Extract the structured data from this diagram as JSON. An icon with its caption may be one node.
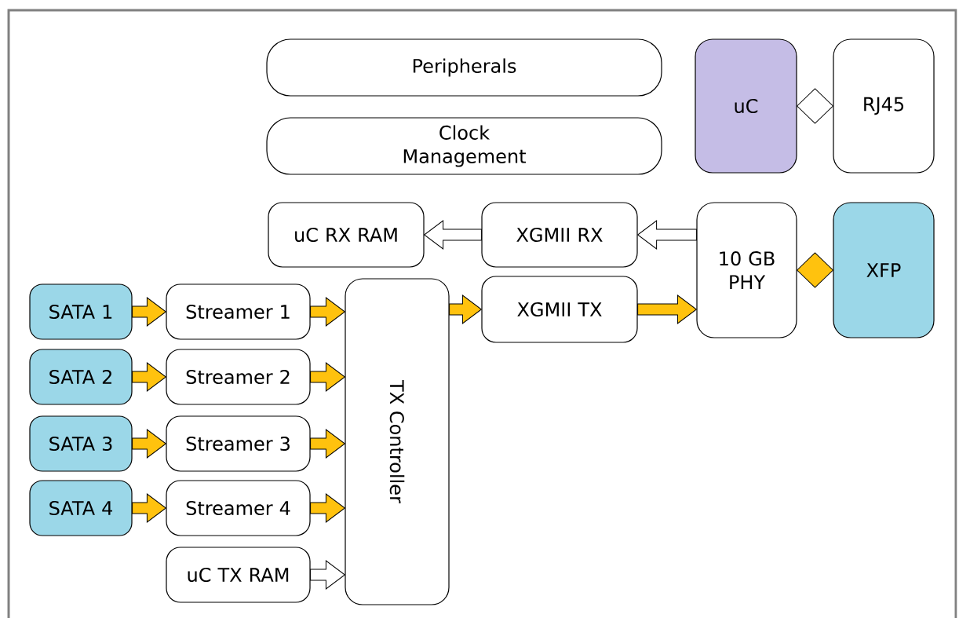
{
  "diagram": {
    "nodes": [
      {
        "text": [
          "Peripherals"
        ]
      },
      {
        "text": [
          "Clock Management"
        ]
      },
      {
        "text": [
          "uC"
        ]
      },
      {
        "text": [
          "RJ45"
        ]
      },
      {
        "text": [
          "uC RX RAM"
        ]
      },
      {
        "text": [
          "XGMII RX"
        ]
      },
      {
        "text": [
          "10 GB PHY"
        ]
      },
      {
        "text": [
          "XFP"
        ]
      },
      {
        "text": [
          "SATA 1"
        ]
      },
      {
        "text": [
          "Streamer 1"
        ]
      },
      {
        "text": [
          "TX Controller"
        ]
      },
      {
        "text": [
          "XGMII TX"
        ]
      },
      {
        "text": [
          "SATA 2"
        ]
      },
      {
        "text": [
          "Streamer 2"
        ]
      },
      {
        "text": [
          "SATA 3"
        ]
      },
      {
        "text": [
          "Streamer 3"
        ]
      },
      {
        "text": [
          "SATA 4"
        ]
      },
      {
        "text": [
          "Streamer 4"
        ]
      },
      {
        "text": [
          "uC TX RAM"
        ]
      }
    ],
    "edges": [
      {
        "from": 2,
        "to": 3,
        "arrow": "both",
        "color": "#ffffff"
      },
      {
        "from": 5,
        "to": 4,
        "arrow": "to",
        "color": "#ffffff"
      },
      {
        "from": 6,
        "to": 5,
        "arrow": "to",
        "color": "#ffffff"
      },
      {
        "from": 6,
        "to": 7,
        "arrow": "both"
      },
      {
        "from": 8,
        "to": 9,
        "arrow": "to"
      },
      {
        "from": 9,
        "to": 10,
        "arrow": "to"
      },
      {
        "from": 10,
        "to": 11,
        "arrow": "to"
      },
      {
        "from": 11,
        "to": 6,
        "arrow": "to"
      },
      {
        "from": 12,
        "to": 13,
        "arrow": "to"
      },
      {
        "from": 13,
        "to": 10,
        "arrow": "to"
      },
      {
        "from": 14,
        "to": 15,
        "arrow": "to"
      },
      {
        "from": 15,
        "to": 10,
        "arrow": "to"
      },
      {
        "from": 16,
        "to": 17,
        "arrow": "to"
      },
      {
        "from": 17,
        "to": 10,
        "arrow": "to"
      },
      {
        "from": 18,
        "to": 10,
        "arrow": "to",
        "color": "#ffffff"
      }
    ]
  }
}
